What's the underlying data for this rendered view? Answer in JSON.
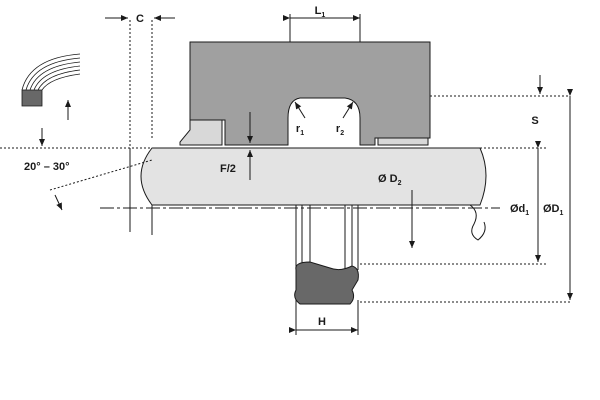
{
  "labels": {
    "c": "C",
    "l": "L",
    "l_sub": "1",
    "s": "S",
    "r1": "r",
    "r1_sub": "1",
    "r2": "r",
    "r2_sub": "2",
    "angle": "20° – 30°",
    "f2": "F/2",
    "d2": "Ø D",
    "d2_sub": "2",
    "d1_small": "Ød",
    "d1_small_sub": "1",
    "d1_big": "ØD",
    "d1_big_sub": "1",
    "h": "H"
  },
  "colors": {
    "housing": "#a0a0a0",
    "rod": "#e3e3e3",
    "seal": "#686868",
    "line": "#1a1a1a"
  }
}
